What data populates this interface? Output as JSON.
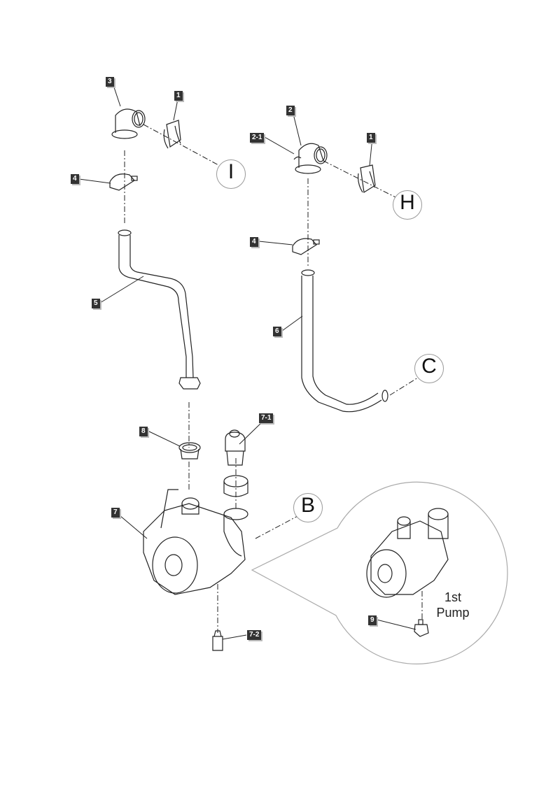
{
  "diagram": {
    "title": "Exploded view: pump and pipe assembly",
    "parts": [
      {
        "id": "1",
        "label": "1",
        "name": "pipe clip (upper left)"
      },
      {
        "id": "1b",
        "label": "1",
        "name": "pipe clip (upper right)"
      },
      {
        "id": "2",
        "label": "2",
        "name": "elbow connector (right)"
      },
      {
        "id": "2-1",
        "label": "2-1",
        "name": "elbow clip"
      },
      {
        "id": "3",
        "label": "3",
        "name": "elbow connector (left)"
      },
      {
        "id": "4",
        "label": "4",
        "name": "clip (left)"
      },
      {
        "id": "4b",
        "label": "4",
        "name": "clip (right)"
      },
      {
        "id": "5",
        "label": "5",
        "name": "pump inlet pipe"
      },
      {
        "id": "6",
        "label": "6",
        "name": "return pipe"
      },
      {
        "id": "7",
        "label": "7",
        "name": "pump"
      },
      {
        "id": "7-1",
        "label": "7-1",
        "name": "air vent"
      },
      {
        "id": "7-2",
        "label": "7-2",
        "name": "drain plug"
      },
      {
        "id": "8",
        "label": "8",
        "name": "gasket"
      },
      {
        "id": "9",
        "label": "9",
        "name": "pump fixing bracket"
      }
    ],
    "connections": [
      {
        "id": "I",
        "label": "I"
      },
      {
        "id": "H",
        "label": "H"
      },
      {
        "id": "C",
        "label": "C"
      },
      {
        "id": "B",
        "label": "B"
      }
    ],
    "detail": {
      "caption_line1": "1st",
      "caption_line2": "Pump"
    },
    "colors": {
      "tag_bg": "#333333",
      "line": "#222222",
      "circle_border": "#999999"
    }
  }
}
